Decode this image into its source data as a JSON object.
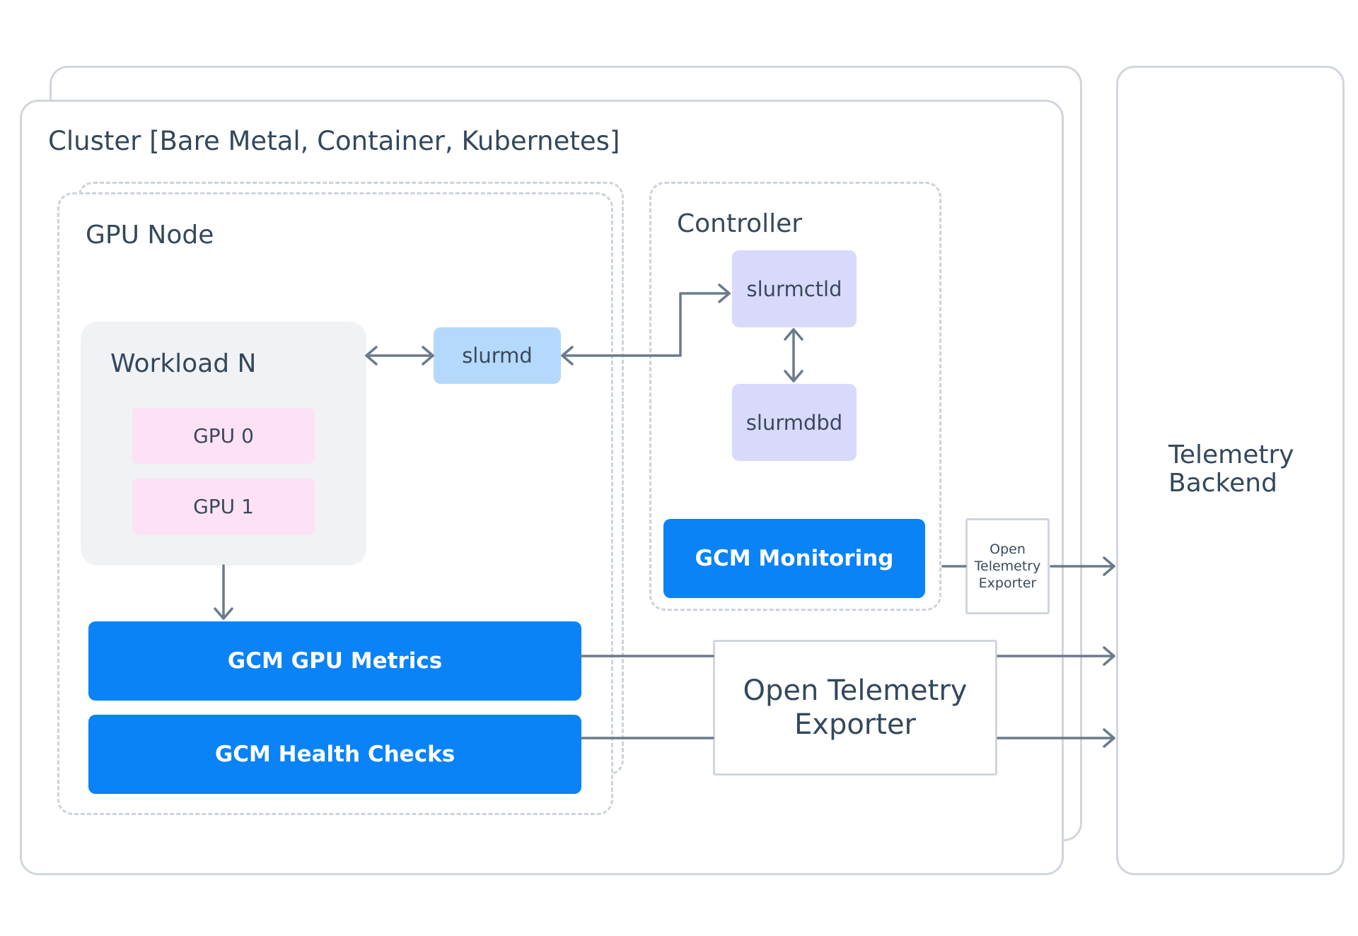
{
  "cluster": {
    "title": "Cluster [Bare Metal, Container, Kubernetes]"
  },
  "gpu_node": {
    "title": "GPU Node",
    "workload": {
      "title": "Workload N",
      "gpus": [
        "GPU 0",
        "GPU 1"
      ]
    },
    "slurmd": "slurmd",
    "gpu_metrics": "GCM GPU Metrics",
    "health_checks": "GCM Health Checks"
  },
  "controller": {
    "title": "Controller",
    "slurmctld": "slurmctld",
    "slurmdbd": "slurmdbd",
    "monitoring": "GCM Monitoring"
  },
  "small_exporter": {
    "line1": "Open",
    "line2": "Telemetry",
    "line3": "Exporter"
  },
  "large_exporter": {
    "line1": "Open Telemetry",
    "line2": "Exporter"
  },
  "backend": {
    "line1": "Telemetry",
    "line2": "Backend"
  },
  "colors": {
    "gcm_blue": "#0a82f8",
    "slurmd_blue": "#b5d8fd",
    "controller_lavender": "#d9d9fc",
    "gpu_pink": "#fde1f4",
    "workload_gray": "#f0f2f5",
    "arrow_gray": "#6b7a8b"
  }
}
